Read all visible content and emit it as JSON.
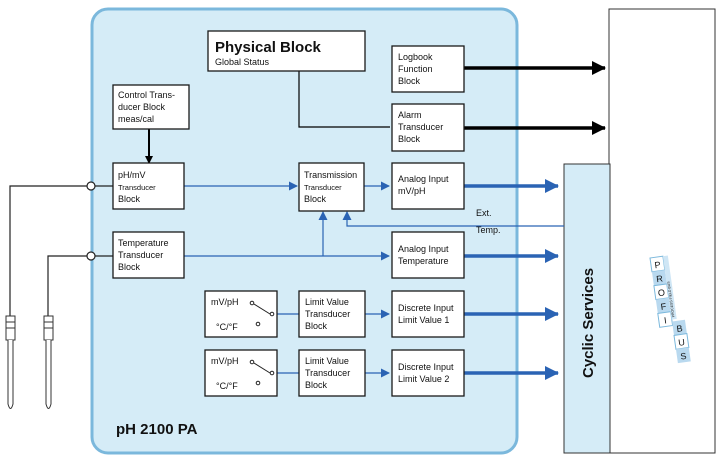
{
  "device": {
    "name": "pH 2100 PA"
  },
  "physical_block": {
    "title": "Physical Block",
    "subtitle": "Global Status"
  },
  "control_transducer": {
    "lines": [
      "Control Trans-",
      "ducer Block",
      "meas/cal"
    ]
  },
  "ph_transducer": {
    "lines": [
      "pH/mV",
      "Transducer",
      "Block"
    ]
  },
  "temp_transducer": {
    "lines": [
      "Temperature",
      "Transducer",
      "Block"
    ]
  },
  "transmission": {
    "lines": [
      "Transmission",
      "Transducer",
      "Block"
    ]
  },
  "logbook": {
    "lines": [
      "Logbook",
      "Function",
      "Block"
    ]
  },
  "alarm_transducer": {
    "lines": [
      "Alarm",
      "Transducer",
      "Block"
    ]
  },
  "analog_input_ph": {
    "lines": [
      "Analog Input",
      "mV/pH"
    ]
  },
  "analog_input_temp": {
    "lines": [
      "Analog Input",
      "Temperature"
    ]
  },
  "ext_temp": {
    "lines": [
      "Ext.",
      "Temp."
    ]
  },
  "switch_1": {
    "top": "mV/pH",
    "bottom": "°C/°F"
  },
  "switch_2": {
    "top": "mV/pH",
    "bottom": "°C/°F"
  },
  "limit_1": {
    "lines": [
      "Limit Value",
      "Transducer",
      "Block"
    ]
  },
  "limit_2": {
    "lines": [
      "Limit Value",
      "Transducer",
      "Block"
    ]
  },
  "discrete_1": {
    "lines": [
      "Discrete Input",
      "Limit Value 1"
    ]
  },
  "discrete_2": {
    "lines": [
      "Discrete Input",
      "Limit Value 2"
    ]
  },
  "cyclic_services": {
    "label": "Cyclic Services"
  },
  "profibus_logo": {
    "letters": [
      "P",
      "R",
      "O",
      "F",
      "I",
      "B",
      "U",
      "S"
    ],
    "tagline": "PROCESS FIELD BUS"
  },
  "colors": {
    "panel_fill": "#d5ecf7",
    "panel_stroke": "#7bb8dc",
    "blue_arrow": "#2a63b4",
    "black_arrow": "#000000"
  }
}
